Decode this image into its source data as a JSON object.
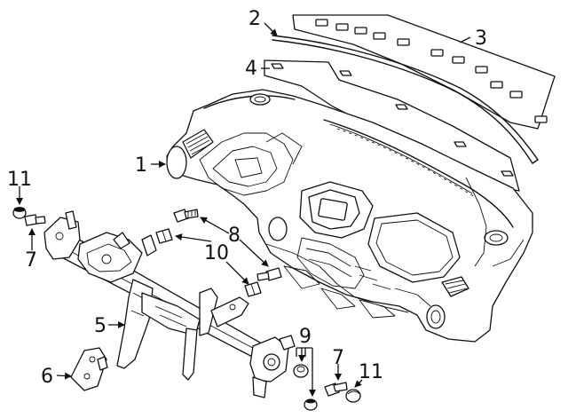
{
  "callouts": {
    "c1": "1",
    "c2": "2",
    "c3": "3",
    "c4": "4",
    "c5": "5",
    "c6": "6",
    "c7a": "7",
    "c7b": "7",
    "c8": "8",
    "c9": "9",
    "c10": "10",
    "c11a": "11",
    "c11b": "11"
  },
  "colors": {
    "ink": "#111111",
    "paper": "#ffffff"
  }
}
